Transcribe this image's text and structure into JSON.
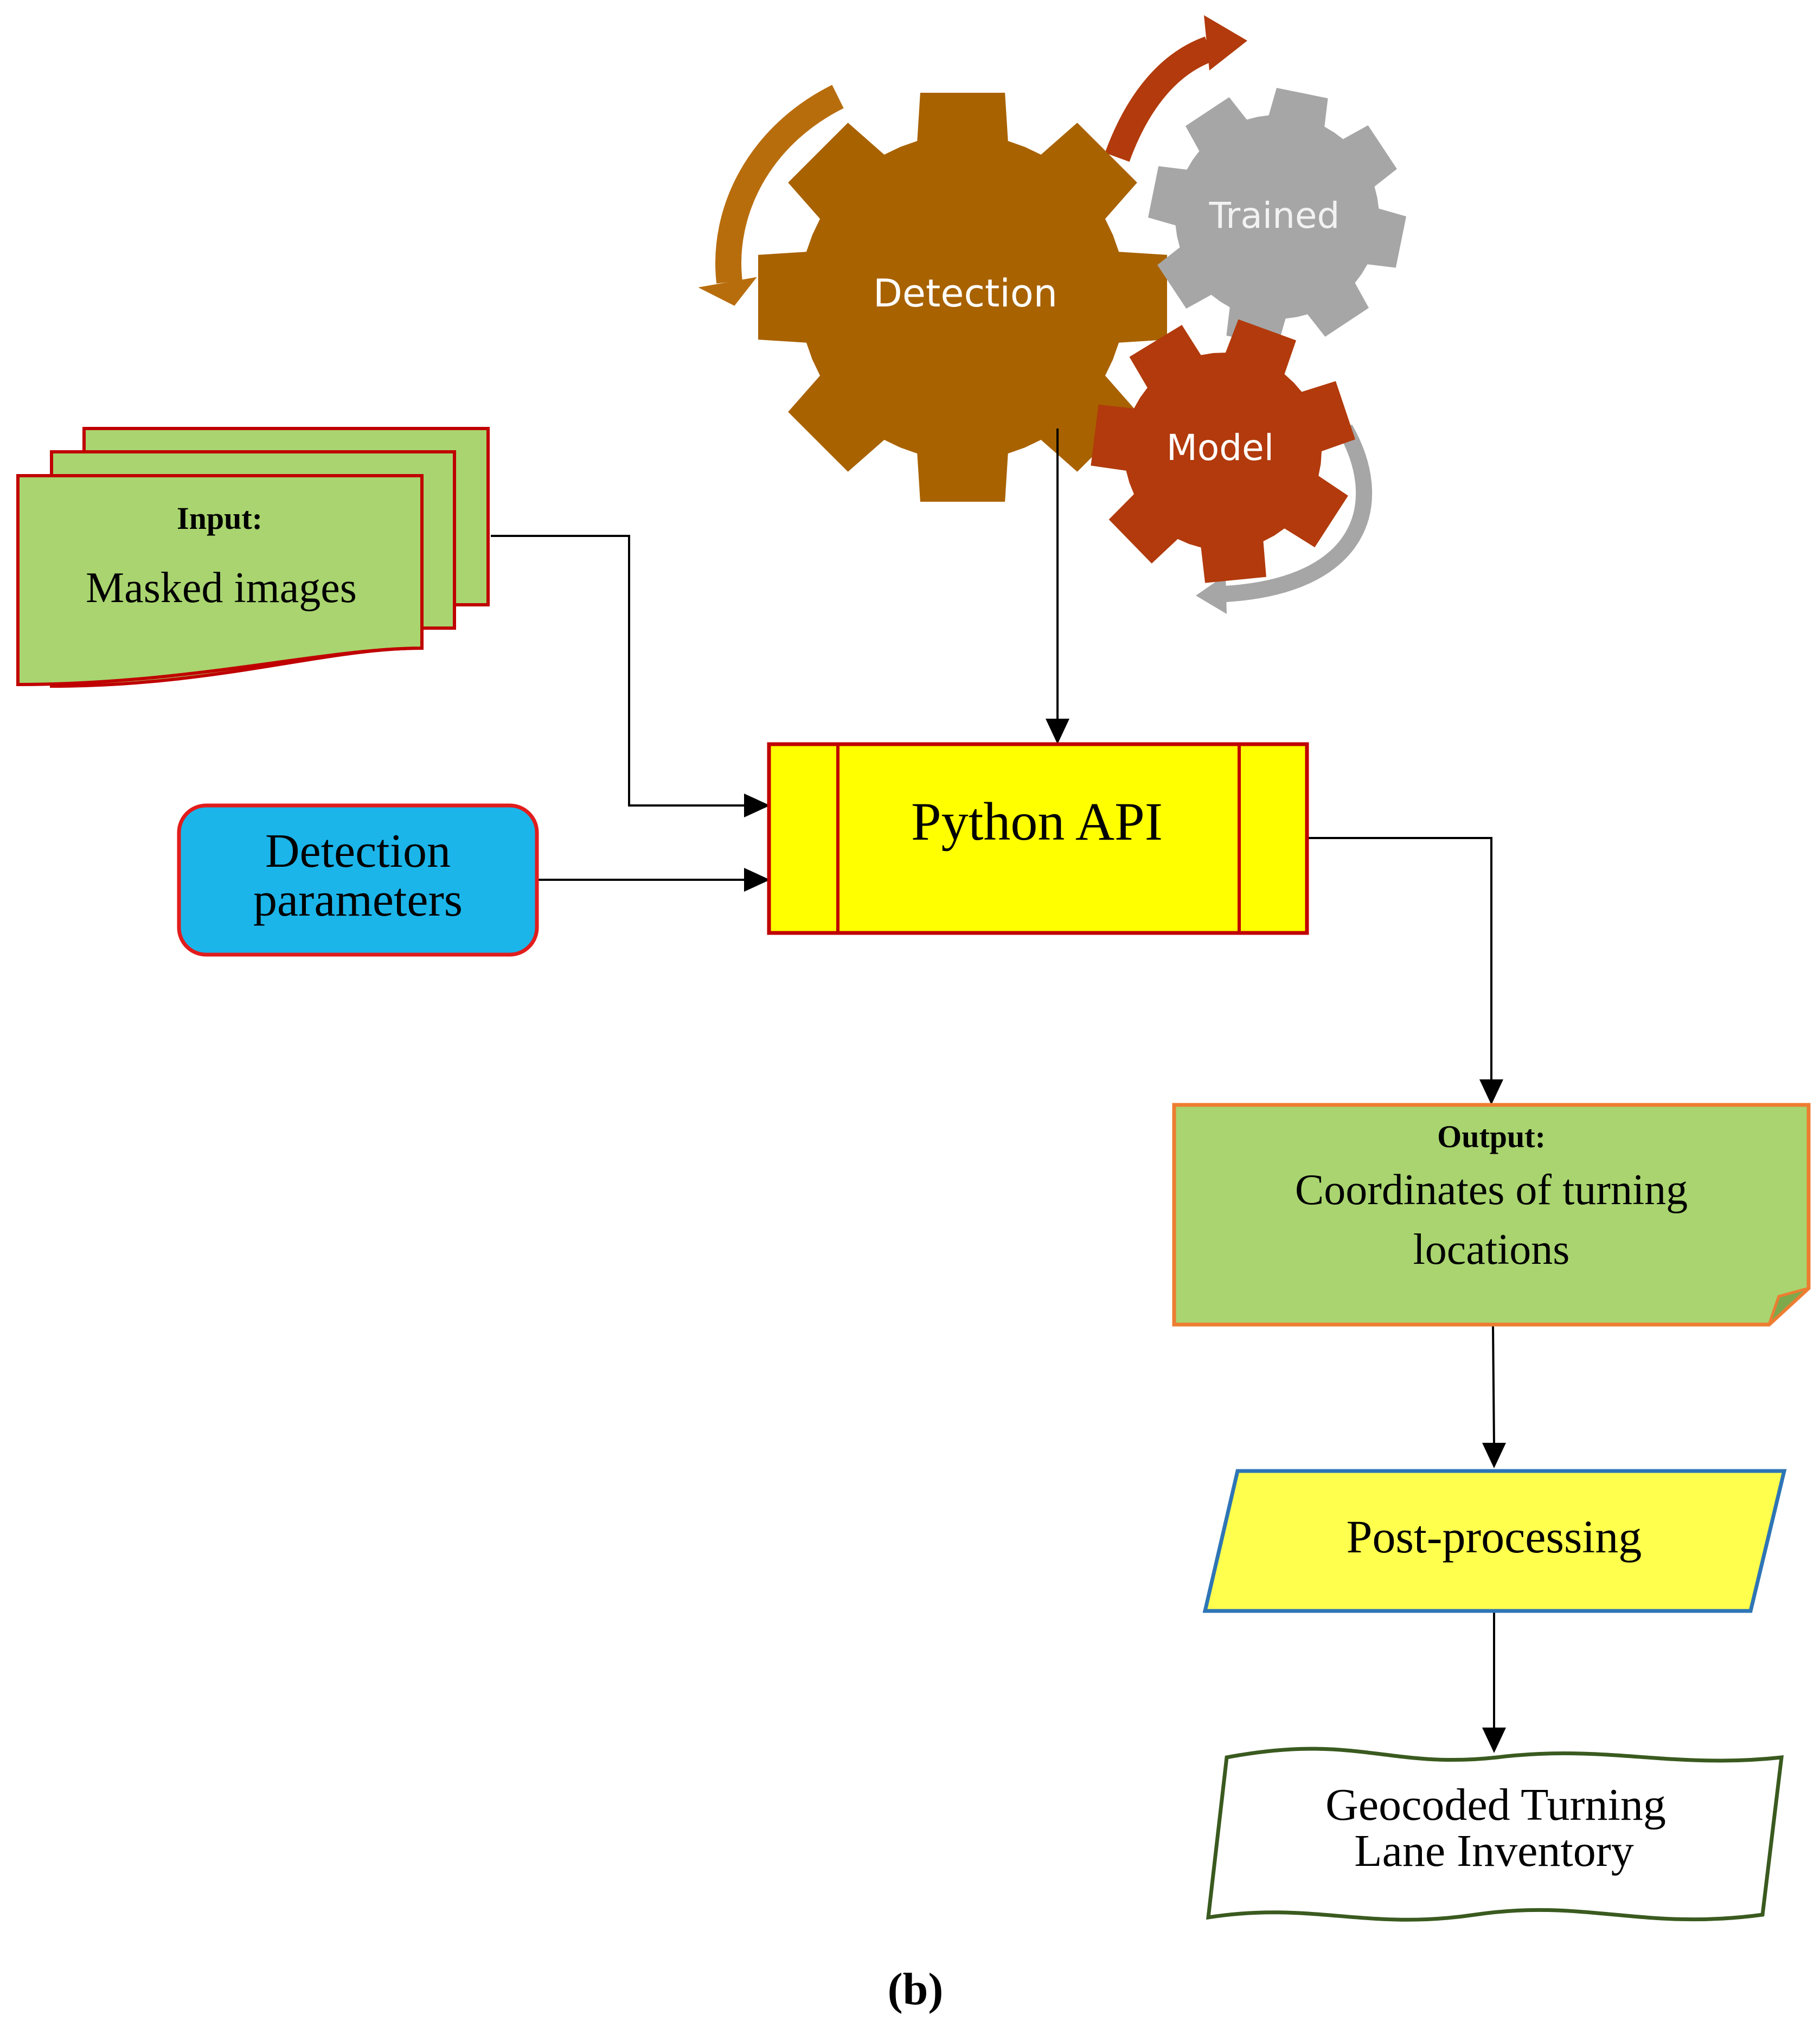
{
  "gears": {
    "detection_label": "Detection",
    "trained_label": "Trained",
    "model_label": "Model"
  },
  "input": {
    "heading": "Input:",
    "body": "Masked images"
  },
  "parameters": {
    "line1": "Detection",
    "line2": "parameters"
  },
  "api": {
    "label": "Python API"
  },
  "output": {
    "heading": "Output:",
    "line1": "Coordinates of turning",
    "line2": "locations"
  },
  "postprocessing": {
    "label": "Post-processing"
  },
  "result": {
    "line1": "Geocoded Turning",
    "line2": "Lane Inventory"
  },
  "caption": "(b)",
  "colors": {
    "detection_gear": "#a86200",
    "trained_gear": "#a6a6a6",
    "model_gear": "#b23a0c",
    "input_fill": "#a9d46f",
    "red_border": "#c00000",
    "param_fill": "#1bb5ea",
    "api_fill": "#ffff00",
    "output_border": "#ed7d31",
    "postproc_border": "#2e75b6",
    "result_border": "#3a5a1f"
  }
}
